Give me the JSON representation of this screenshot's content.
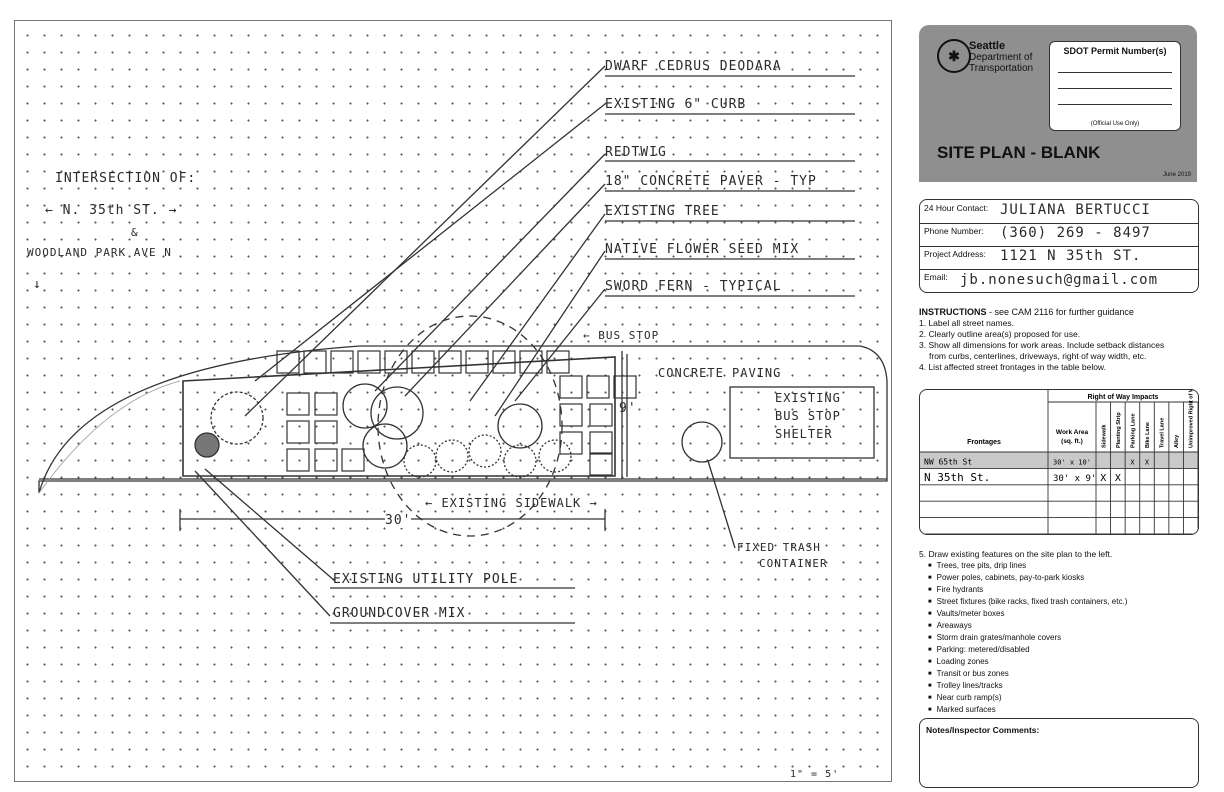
{
  "plan": {
    "callouts": [
      "DWARF CEDRUS DEODARA",
      "EXISTING 6\" CURB",
      "REDTWIG",
      "18\" CONCRETE PAVER - TYP",
      "EXISTING TREE",
      "NATIVE FLOWER SEED MIX",
      "SWORD FERN - TYPICAL"
    ],
    "intersection": [
      "INTERSECTION OF:",
      "← N. 35th ST. →",
      "&",
      "WOODLAND PARK AVE N",
      "↓"
    ],
    "bus_stop_label": "← BUS STOP",
    "concrete_paving": "CONCRETE PAVING",
    "shelter": [
      "EXISTING",
      "BUS STOP",
      "SHELTER"
    ],
    "dim_depth": "9'",
    "dim_length": "30'",
    "existing_sidewalk": "← EXISTING SIDEWALK →",
    "fixed_trash": [
      "FIXED TRASH",
      "CONTAINER"
    ],
    "utility_pole": "EXISTING UTILITY POLE",
    "groundcover": "GROUNDCOVER MIX",
    "scale": "1\" = 5'"
  },
  "header": {
    "dept_lines": [
      "Seattle",
      "Department of",
      "Transportation"
    ],
    "permit_title": "SDOT Permit Number(s)",
    "official_use": "(Official Use Only)",
    "form_title": "SITE PLAN - BLANK",
    "form_date": "June 2019"
  },
  "contact": {
    "rows": [
      {
        "label": "24 Hour Contact:",
        "value": "JULIANA BERTUCCI"
      },
      {
        "label": "Phone Number:",
        "value": "(360) 269 - 8497"
      },
      {
        "label": "Project Address:",
        "value": "1121 N 35th ST."
      },
      {
        "label": "Email:",
        "value": "jb.nonesuch@gmail.com"
      }
    ]
  },
  "instructions": {
    "title": "INSTRUCTIONS",
    "subtitle": " - see CAM 2116 for further guidance",
    "items": [
      "1. Label all street names.",
      "2. Clearly outline area(s) proposed for use.",
      "3. Show all dimensions for work areas. Include setback distances",
      "    from curbs, centerlines, driveways, right of way width, etc.",
      "4. List affected street frontages in the table below."
    ]
  },
  "row_table": {
    "group_header": "Right of Way Impacts",
    "col_frontages": "Frontages",
    "col_work_area": "Work Area (sq. ft.)",
    "impact_cols": [
      "Sidewalk",
      "Planting Strip",
      "Parking Lane",
      "Bike Lane",
      "Travel Lane",
      "Alley",
      "Unimproved Right of Way"
    ],
    "rows": [
      {
        "frontage": "NW 65th St",
        "area": "30' x 10'",
        "marks": [
          "",
          "",
          "X",
          "X",
          "",
          "",
          ""
        ],
        "example": true
      },
      {
        "frontage": "N 35th St.",
        "area": "30' x 9'",
        "marks": [
          "X",
          "X",
          "",
          "",
          "",
          "",
          ""
        ],
        "example": false
      },
      {
        "frontage": "",
        "area": "",
        "marks": [
          "",
          "",
          "",
          "",
          "",
          "",
          ""
        ],
        "example": false
      },
      {
        "frontage": "",
        "area": "",
        "marks": [
          "",
          "",
          "",
          "",
          "",
          "",
          ""
        ],
        "example": false
      },
      {
        "frontage": "",
        "area": "",
        "marks": [
          "",
          "",
          "",
          "",
          "",
          "",
          ""
        ],
        "example": false
      }
    ]
  },
  "step5": {
    "title": "5. Draw existing features on the site plan to the left.",
    "items": [
      "Trees, tree pits, drip lines",
      "Power poles, cabinets, pay-to-park kiosks",
      "Fire hydrants",
      "Street fixtures (bike racks, fixed trash containers, etc.)",
      "Vaults/meter boxes",
      "Areaways",
      "Storm drain grates/manhole covers",
      "Parking: metered/disabled",
      "Loading zones",
      "Transit or bus zones",
      "Trolley lines/tracks",
      "Near curb ramp(s)",
      "Marked surfaces"
    ]
  },
  "notes": {
    "label": "Notes/Inspector Comments:"
  }
}
